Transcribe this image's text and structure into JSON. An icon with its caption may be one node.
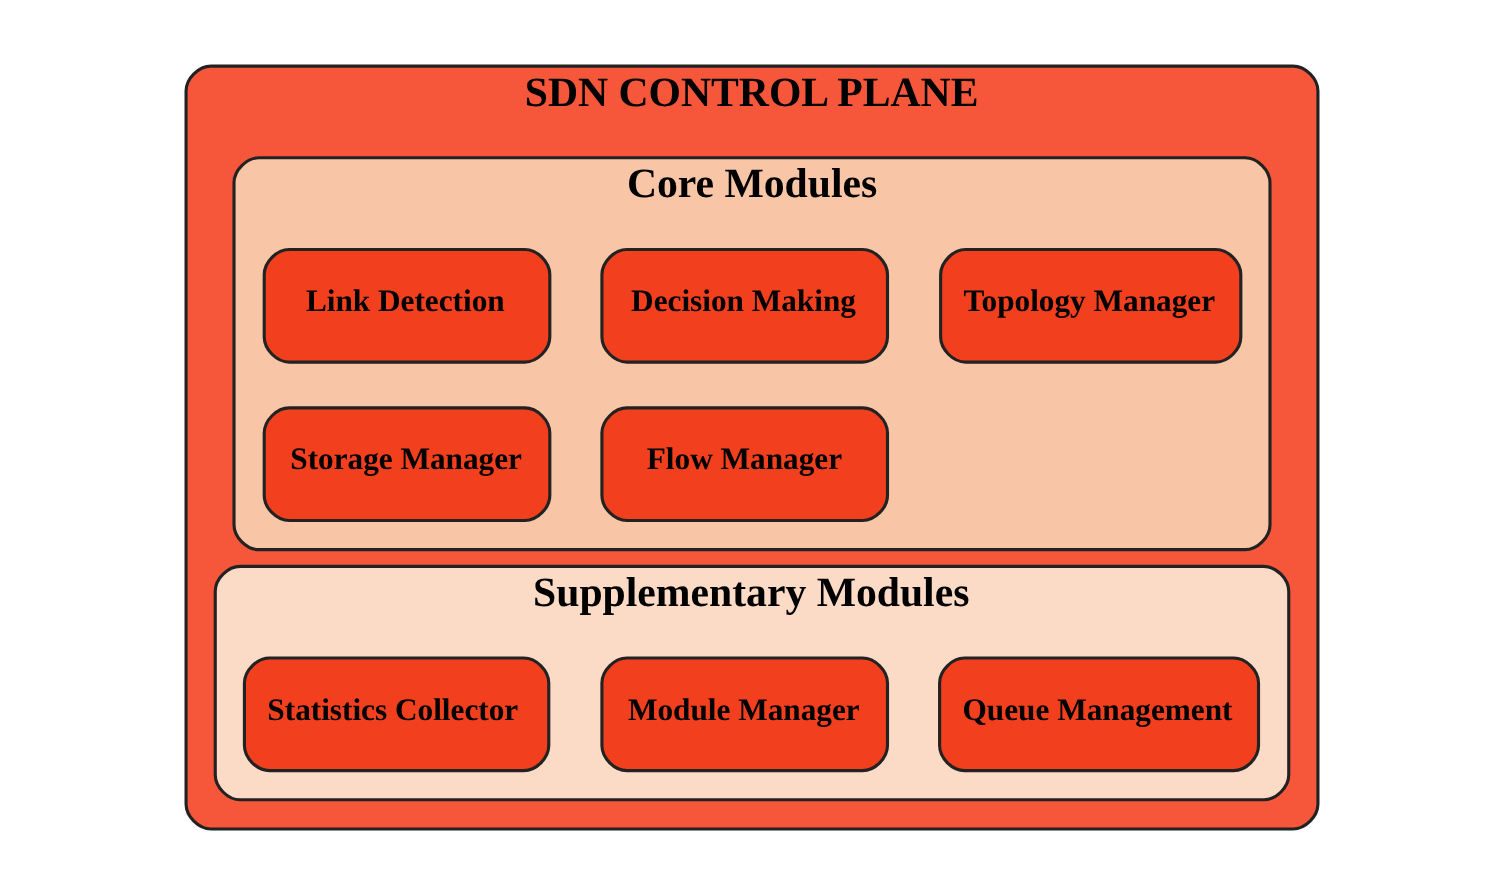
{
  "diagram": {
    "nodes": [
      {
        "text": [
          "SDN CONTROL PLANE"
        ]
      },
      {
        "text": [
          "Core Modules"
        ],
        "in": 0
      },
      {
        "text": [
          "Link Detection"
        ],
        "in": 1
      },
      {
        "text": [
          "Decision Making"
        ],
        "in": 1
      },
      {
        "text": [
          "Topology Manager"
        ],
        "in": 1
      },
      {
        "text": [
          "Storage Manager"
        ],
        "in": 1
      },
      {
        "text": [
          "Flow Manager"
        ],
        "in": 1
      },
      {
        "text": [
          "Supplementary Modules"
        ],
        "in": 0
      },
      {
        "text": [
          "Statistics Collector"
        ],
        "in": 7
      },
      {
        "text": [
          "Queue Management"
        ],
        "in": 7
      },
      {
        "text": [
          "Module Manager"
        ],
        "in": 7
      }
    ],
    "edges": []
  }
}
